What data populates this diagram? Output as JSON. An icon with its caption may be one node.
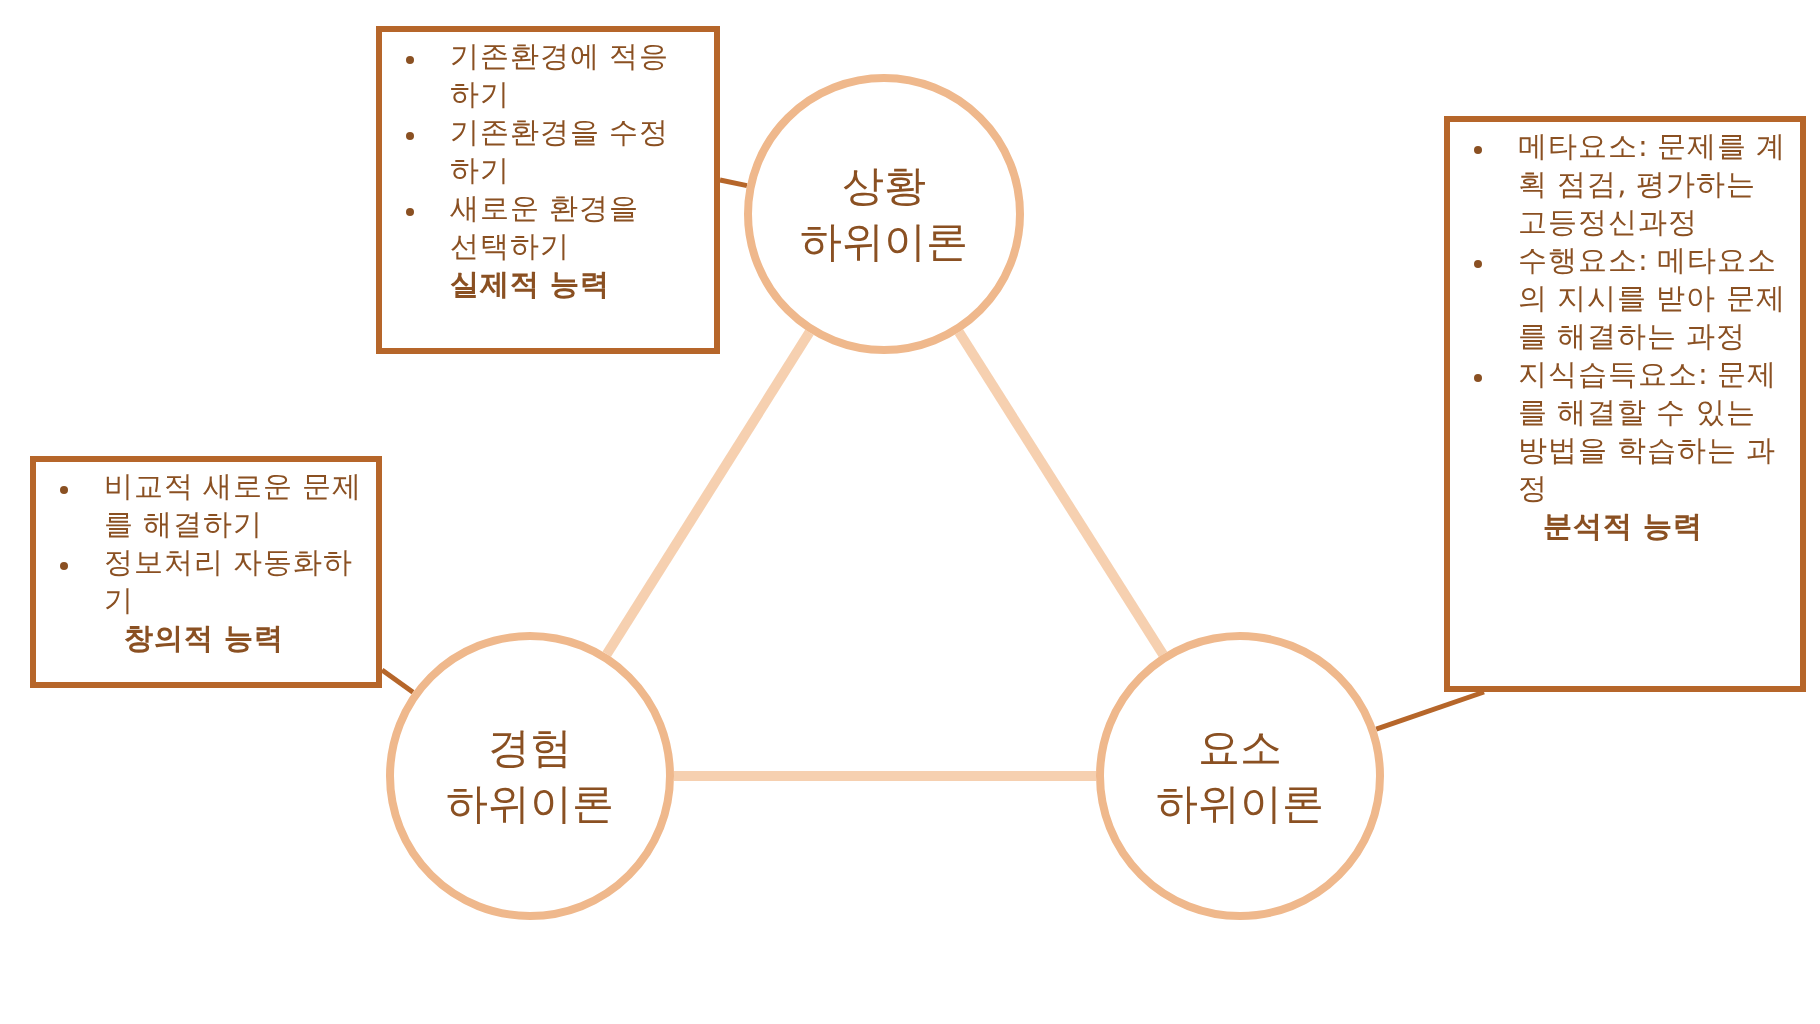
{
  "diagram": {
    "nodes": [
      {
        "text": [
          "상황 하위이론"
        ]
      },
      {
        "text": [
          "경험 하위이론"
        ]
      },
      {
        "text": [
          "요소 하위이론"
        ]
      },
      {
        "text": [
          "기존환경에 적응하기",
          "기존환경을 수정하기",
          "새로운 환경을 선택하기",
          "실제적 능력"
        ]
      },
      {
        "text": [
          "비교적 새로운 문제를 해결하기",
          "정보처리 자동화하기",
          "창의적 능력"
        ]
      },
      {
        "text": [
          "메타요소: 문제를 계획 점검, 평가하는 고등정신과정",
          "수행요소: 메타요소의 지시를 받아 문제를 해결하는 과정",
          "지식습득요소: 문제를 해결할 수 있는 방법을 학습하는 과정",
          "분석적 능력"
        ]
      }
    ],
    "edges": [
      {
        "from": 0,
        "to": 1,
        "arrow": "none",
        "style": "thick",
        "color": "#f6d0b0"
      },
      {
        "from": 0,
        "to": 2,
        "arrow": "none",
        "style": "thick",
        "color": "#f6d0b0"
      },
      {
        "from": 1,
        "to": 2,
        "arrow": "none",
        "style": "thick",
        "color": "#f6d0b0"
      },
      {
        "from": 3,
        "to": 0,
        "arrow": "none",
        "color": "#b6662a"
      },
      {
        "from": 4,
        "to": 1,
        "arrow": "none",
        "color": "#b6662a"
      },
      {
        "from": 5,
        "to": 2,
        "arrow": "none",
        "color": "#b6662a"
      }
    ]
  }
}
